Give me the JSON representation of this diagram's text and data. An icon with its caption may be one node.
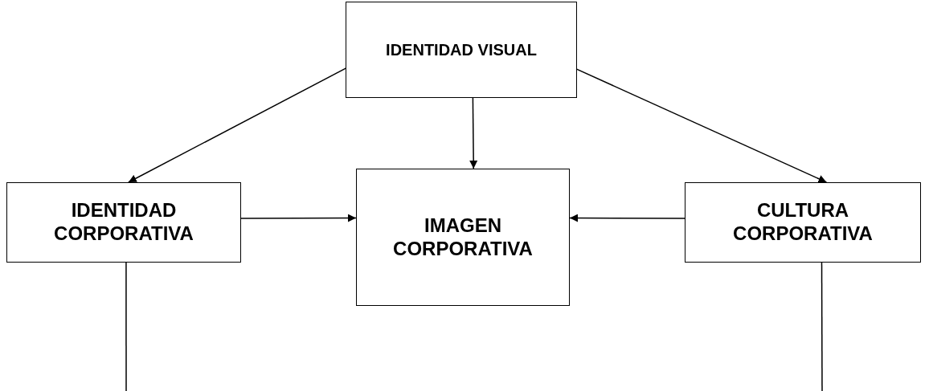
{
  "diagram": {
    "nodes": [
      {
        "text": [
          "IDENTIDAD VISUAL"
        ]
      },
      {
        "text": [
          "IDENTIDAD CORPORATIVA"
        ]
      },
      {
        "text": [
          "IMAGEN CORPORATIVA"
        ]
      },
      {
        "text": [
          "CULTURA CORPORATIVA"
        ]
      }
    ],
    "edges": [
      {
        "from": 0,
        "to": 1,
        "arrow": "to"
      },
      {
        "from": 0,
        "to": 2,
        "arrow": "to"
      },
      {
        "from": 0,
        "to": 3,
        "arrow": "to"
      },
      {
        "from": 1,
        "to": 2,
        "arrow": "to"
      },
      {
        "from": 3,
        "to": 2,
        "arrow": "to"
      },
      {
        "from": 1,
        "to": null,
        "arrow": "none"
      },
      {
        "from": 3,
        "to": null,
        "arrow": "none"
      }
    ]
  }
}
